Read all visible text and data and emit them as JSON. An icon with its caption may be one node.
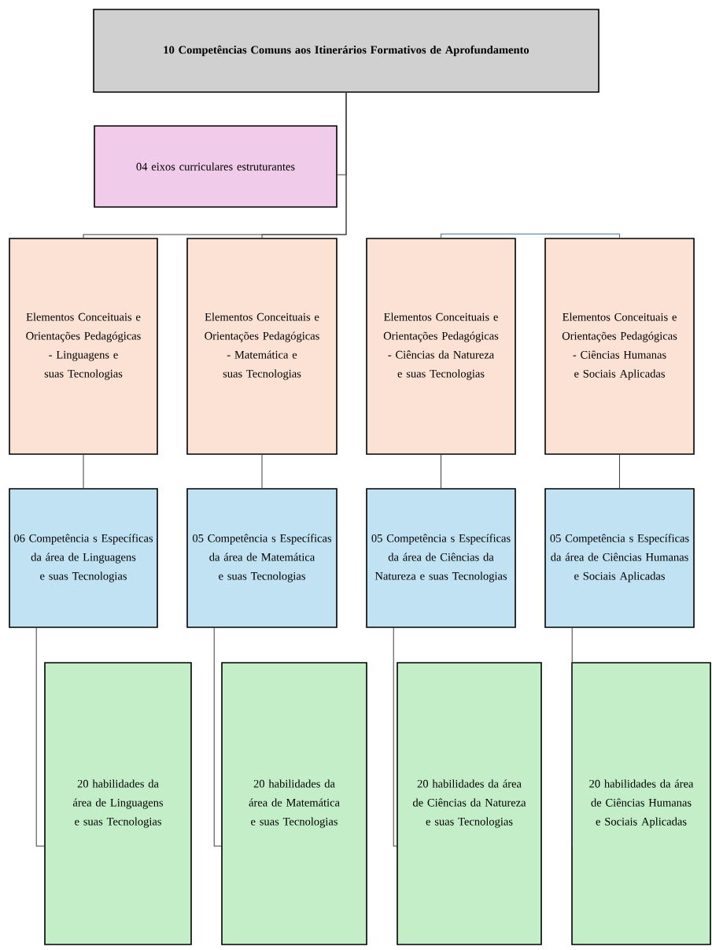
{
  "diagram": {
    "nodes": [
      {
        "text": [
          "10 Competências Comuns aos Itinerários Formativos de Aprofundamento"
        ]
      },
      {
        "text": [
          "04 eixos curriculares estruturantes"
        ]
      },
      {
        "text": [
          "Elementos Conceituais e Orientações Pedagógicas - Linguagens e suas Tecnologias"
        ]
      },
      {
        "text": [
          "Elementos Conceituais e Orientações Pedagógicas - Matemática e suas Tecnologias"
        ]
      },
      {
        "text": [
          "Elementos Conceituais e Orientações Pedagógicas - Ciências da Natureza e suas Tecnologias"
        ]
      },
      {
        "text": [
          "Elementos Conceituais e Orientações Pedagógicas - Ciências Humanas e Sociais Aplicadas"
        ]
      },
      {
        "text": [
          "06 Competência s Específicas da área de Linguagens e suas Tecnologias"
        ]
      },
      {
        "text": [
          "05 Competência s Específicas da área de Matemática e suas Tecnologias"
        ]
      },
      {
        "text": [
          "05 Competência s Específicas da área de Ciências da Natureza e suas Tecnologias"
        ]
      },
      {
        "text": [
          "05 Competência s Específicas da área de Ciências Humanas e Sociais Aplicadas"
        ]
      },
      {
        "text": [
          "20 habilidades da área de Linguagens e suas Tecnologias"
        ]
      },
      {
        "text": [
          "20 habilidades da área de Matemática e suas Tecnologias"
        ]
      },
      {
        "text": [
          "20 habilidades da área de Ciências da Natureza e suas Tecnologias"
        ]
      },
      {
        "text": [
          "20 habilidades da área de Ciências Humanas e Sociais Aplicadas"
        ]
      }
    ],
    "edges": [
      {
        "from": 0,
        "to": 1,
        "arrow": "none"
      },
      {
        "from": 0,
        "to": 2,
        "arrow": "none"
      },
      {
        "from": 0,
        "to": 3,
        "arrow": "none"
      },
      {
        "from": 4,
        "to": 5,
        "arrow": "none",
        "color": "#41719c"
      },
      {
        "from": 2,
        "to": 6,
        "arrow": "none"
      },
      {
        "from": 3,
        "to": 7,
        "arrow": "none"
      },
      {
        "from": 4,
        "to": 8,
        "arrow": "none"
      },
      {
        "from": 5,
        "to": 9,
        "arrow": "none"
      },
      {
        "from": 6,
        "to": 10,
        "arrow": "none"
      },
      {
        "from": 7,
        "to": 11,
        "arrow": "none"
      },
      {
        "from": 8,
        "to": 12,
        "arrow": "none"
      },
      {
        "from": 9,
        "to": 13,
        "arrow": "none"
      }
    ]
  }
}
